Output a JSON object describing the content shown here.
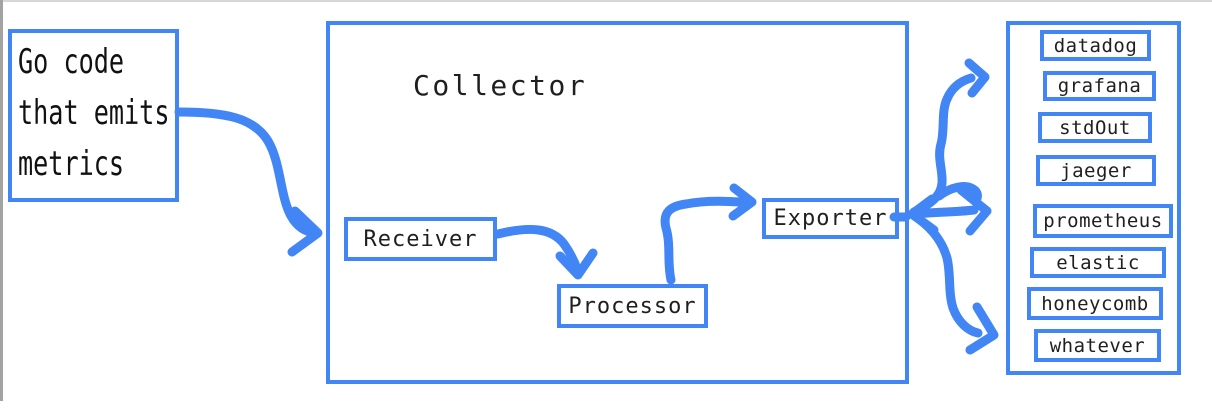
{
  "diagram": {
    "source": {
      "lines": [
        "Go code",
        "that emits",
        "metrics"
      ]
    },
    "collector": {
      "title": "Collector",
      "stages": [
        {
          "label": "Receiver"
        },
        {
          "label": "Processor"
        },
        {
          "label": "Exporter"
        }
      ]
    },
    "destinations": {
      "items": [
        "datadog",
        "grafana",
        "stdOut",
        "jaeger",
        "prometheus",
        "elastic",
        "honeycomb",
        "whatever"
      ]
    },
    "flows": [
      "source-to-receiver",
      "receiver-to-processor",
      "processor-to-exporter",
      "exporter-to-top-destinations",
      "exporter-to-middle-destinations",
      "exporter-to-bottom-destinations"
    ]
  },
  "colors": {
    "accent_blue": "#4285f4",
    "text": "#1f1f1f",
    "left_frame_gray": "#a3a3a3",
    "top_frame_gray": "#d7d7d7"
  }
}
